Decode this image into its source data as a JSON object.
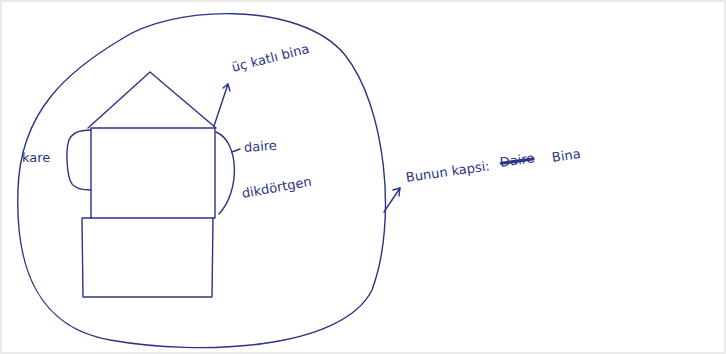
{
  "diagram": {
    "labels": [
      "üç katlı bina",
      "kare",
      "daire",
      "dikdörtgen",
      "Bunun kapsi:",
      "Daire",
      "Bina"
    ]
  }
}
